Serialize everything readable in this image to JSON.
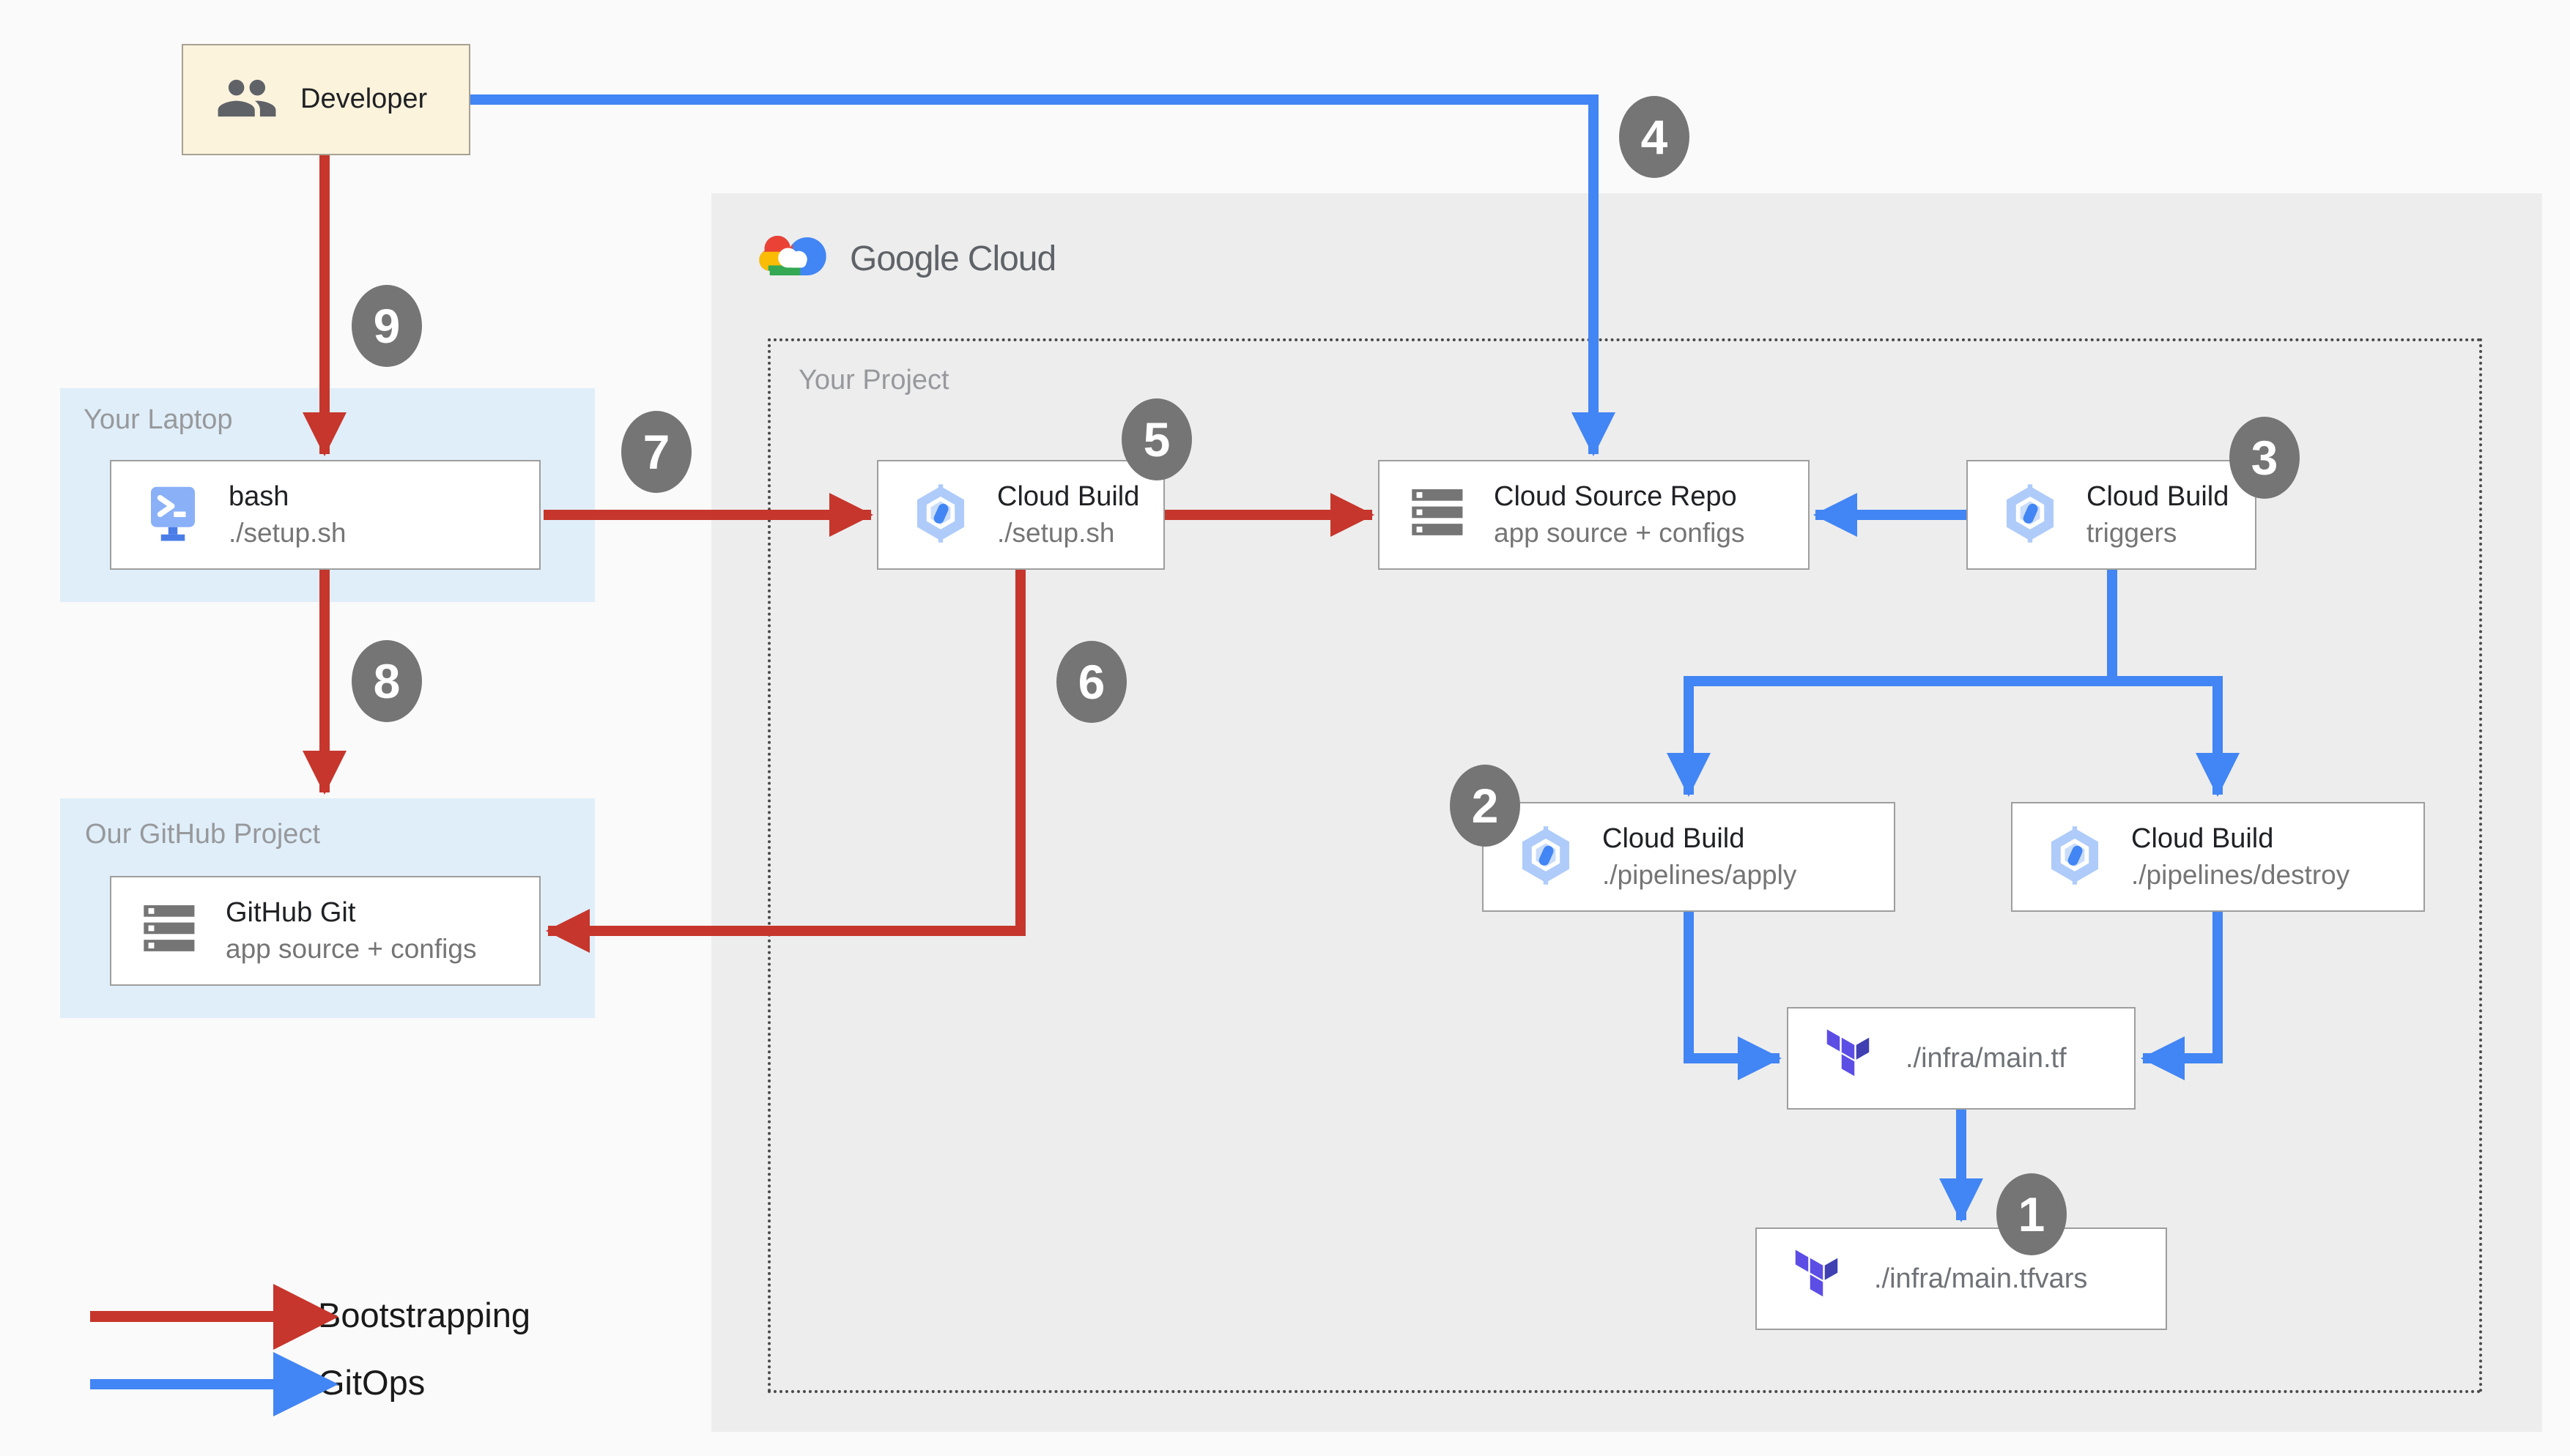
{
  "colors": {
    "red": "#C6362C",
    "blue": "#4285F4",
    "badge": "#757575",
    "cream_bg": "#FBF3DC",
    "region_blue": "#E0EEF9",
    "cloud_gray": "#EDEDED"
  },
  "developer": {
    "label": "Developer",
    "icon": "people-icon"
  },
  "regions": {
    "laptop": {
      "label": "Your Laptop"
    },
    "github": {
      "label": "Our GitHub Project"
    },
    "google_cloud": {
      "brand": {
        "google": "Google",
        "cloud": "Cloud"
      },
      "logo_icon": "google-cloud-logo",
      "project_label": "Your Project"
    }
  },
  "nodes": {
    "bash": {
      "title": "bash",
      "subtitle": "./setup.sh",
      "icon": "terminal-icon"
    },
    "github_git": {
      "title": "GitHub Git",
      "subtitle": "app source + configs",
      "icon": "server-stack-icon"
    },
    "cloud_build_setup": {
      "title": "Cloud Build",
      "subtitle": "./setup.sh",
      "icon": "cloud-build-icon"
    },
    "cloud_source_repo": {
      "title": "Cloud Source Repo",
      "subtitle": "app source + configs",
      "icon": "server-stack-icon"
    },
    "cloud_build_triggers": {
      "title": "Cloud Build",
      "subtitle": "triggers",
      "icon": "cloud-build-icon"
    },
    "cloud_build_apply": {
      "title": "Cloud Build",
      "subtitle": "./pipelines/apply",
      "icon": "cloud-build-icon"
    },
    "cloud_build_destroy": {
      "title": "Cloud Build",
      "subtitle": "./pipelines/destroy",
      "icon": "cloud-build-icon"
    },
    "infra_main_tf": {
      "title": "./infra/main.tf",
      "icon": "terraform-icon"
    },
    "infra_main_tfvars": {
      "title": "./infra/main.tfvars",
      "icon": "terraform-icon"
    }
  },
  "badges": {
    "b1": "1",
    "b2": "2",
    "b3": "3",
    "b4": "4",
    "b5": "5",
    "b6": "6",
    "b7": "7",
    "b8": "8",
    "b9": "9"
  },
  "legend": {
    "bootstrapping": "Bootstrapping",
    "gitops": "GitOps"
  }
}
